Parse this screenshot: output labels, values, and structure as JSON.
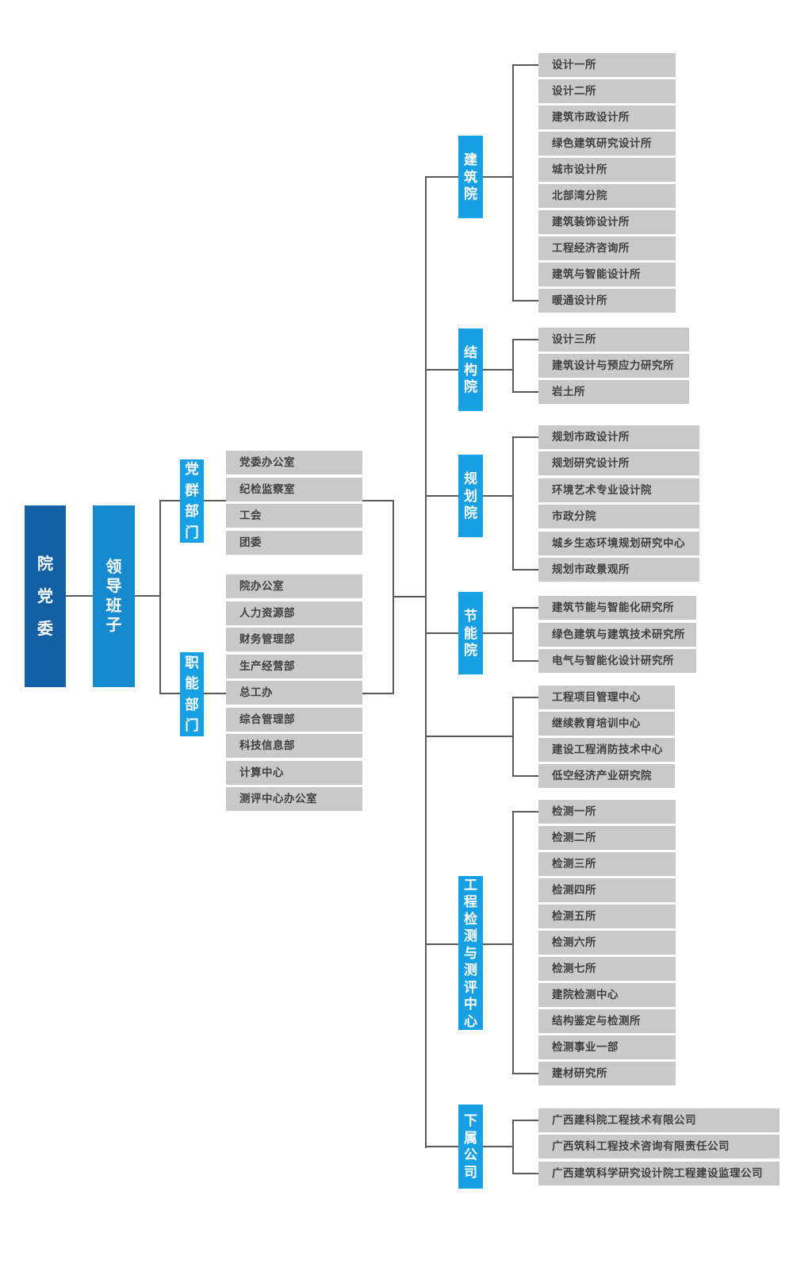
{
  "colors": {
    "root_blue": "#1560a4",
    "leader_blue": "#1689cf",
    "node_blue": "#18a0e4",
    "leaf_gray": "#c9c9c9",
    "leaf_text": "#404040",
    "line_gray": "#58595b"
  },
  "root": {
    "label": "院党委"
  },
  "leadership": {
    "label": "领导班子"
  },
  "admin_branches": [
    {
      "label": "党群部门",
      "children": [
        "党委办公室",
        "纪检监察室",
        "工会",
        "团委"
      ]
    },
    {
      "label": "职能部门",
      "children": [
        "院办公室",
        "人力资源部",
        "财务管理部",
        "生产经营部",
        "总工办",
        "综合管理部",
        "科技信息部",
        "计算中心",
        "测评中心办公室"
      ]
    }
  ],
  "business_branches": [
    {
      "label": "建筑院",
      "children": [
        "设计一所",
        "设计二所",
        "建筑市政设计所",
        "绿色建筑研究设计所",
        "城市设计所",
        "北部湾分院",
        "建筑装饰设计所",
        "工程经济咨询所",
        "建筑与智能设计所",
        "暖通设计所"
      ]
    },
    {
      "label": "结构院",
      "children": [
        "设计三所",
        "建筑设计与预应力研究所",
        "岩土所"
      ]
    },
    {
      "label": "规划院",
      "children": [
        "规划市政设计所",
        "规划研究设计所",
        "环境艺术专业设计院",
        "市政分院",
        "城乡生态环境规划研究中心",
        "规划市政景观所"
      ]
    },
    {
      "label": "节能院",
      "children": [
        "建筑节能与智能化研究所",
        "绿色建筑与建筑技术研究所",
        "电气与智能化设计研究所"
      ]
    },
    {
      "label": "",
      "children": [
        "工程项目管理中心",
        "继续教育培训中心",
        "建设工程消防技术中心",
        "低空经济产业研究院"
      ]
    },
    {
      "label": "工程检测与测评中心",
      "children": [
        "检测一所",
        "检测二所",
        "检测三所",
        "检测四所",
        "检测五所",
        "检测六所",
        "检测七所",
        "建院检测中心",
        "结构鉴定与检测所",
        "检测事业一部",
        "建材研究所"
      ]
    },
    {
      "label": "下属公司",
      "children": [
        "广西建科院工程技术有限公司",
        "广西筑科工程技术咨询有限责任公司",
        "广西建筑科学研究设计院工程建设监理公司"
      ]
    }
  ]
}
